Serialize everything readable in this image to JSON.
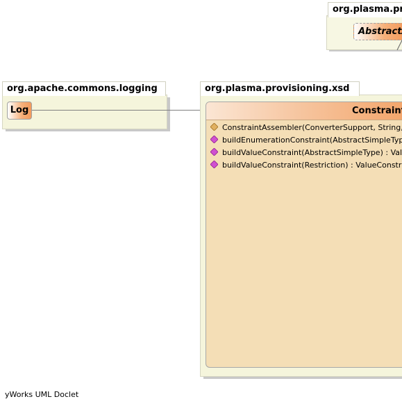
{
  "packages": {
    "logging": {
      "title": "org.apache.commons.logging",
      "node": "Log"
    },
    "xsd": {
      "title": "org.plasma.provisioning.xsd"
    },
    "top": {
      "title": "org.plasma.pro",
      "node": "AbstractA"
    }
  },
  "class_box": {
    "title": "Constraint",
    "methods": [
      {
        "label": "ConstraintAssembler(ConverterSupport, String,",
        "icon": "constructor-icon"
      },
      {
        "label": "buildEnumerationConstraint(AbstractSimpleTyp",
        "icon": "method-icon"
      },
      {
        "label": "buildValueConstraint(AbstractSimpleType) : Val",
        "icon": "method-icon"
      },
      {
        "label": "buildValueConstraint(Restriction) : ValueConstr",
        "icon": "method-icon"
      }
    ]
  },
  "colors": {
    "package_fill": "#f5f5dc",
    "class_fill": "#f4deb6",
    "header_accent": "#f3a56a",
    "constructor_icon": "#e0b060",
    "method_icon": "#d050d0"
  },
  "footer": "yWorks UML Doclet"
}
